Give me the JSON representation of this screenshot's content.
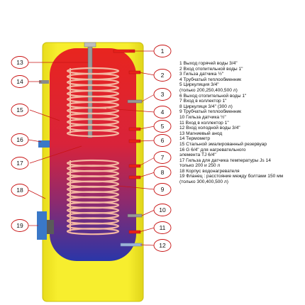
{
  "callouts_left": [
    "13",
    "14",
    "15",
    "16",
    "17",
    "18",
    "19"
  ],
  "callouts_right": [
    "1",
    "2",
    "3",
    "4",
    "5",
    "6",
    "7",
    "8",
    "9",
    "10",
    "11",
    "12"
  ],
  "legend": [
    "1 Выход горячей воды 3/4\"",
    "2 Вход отопительной воды 1\"",
    "3 Гильза датчика ½\"",
    "4 Трубчатый теплообменник",
    "5 Циркуляция 3/4\"",
    "(только 200,250,400,500 л)",
    "6 Выход отопительной воды 1\"",
    "7 Вход в коллектор 1\"",
    "8 Циркуляця 3/4\" (300 л)",
    "9 Трубчатый теплообменник",
    "10 Гильза датчика ½\"",
    "11 Вход в коллектор 1\"",
    "12 Вход холодной воды 3/4\"",
    "13 Магниевый анод",
    "14 Термометр",
    "15 Стальной эмалированный резервуар",
    "16 G 6/4\" для нагревательного",
    "элемента TJ 6/4\"",
    "17 Гильза для датчика температуры Js 14",
    "только 200 и 250 л",
    "18 Корпус водонагревателя",
    "19 Фланец : расстояние между болтами 150 мм",
    "(только 300,400,500 л)"
  ],
  "colors": {
    "casing": "#f7ee2e",
    "tank_top": "#e8251f",
    "tank_bottom": "#2a36a8",
    "coil": "#f4b8a2",
    "pipe": "#e8201a",
    "callout_stroke": "#c81414",
    "flange": "#3a78c8"
  }
}
